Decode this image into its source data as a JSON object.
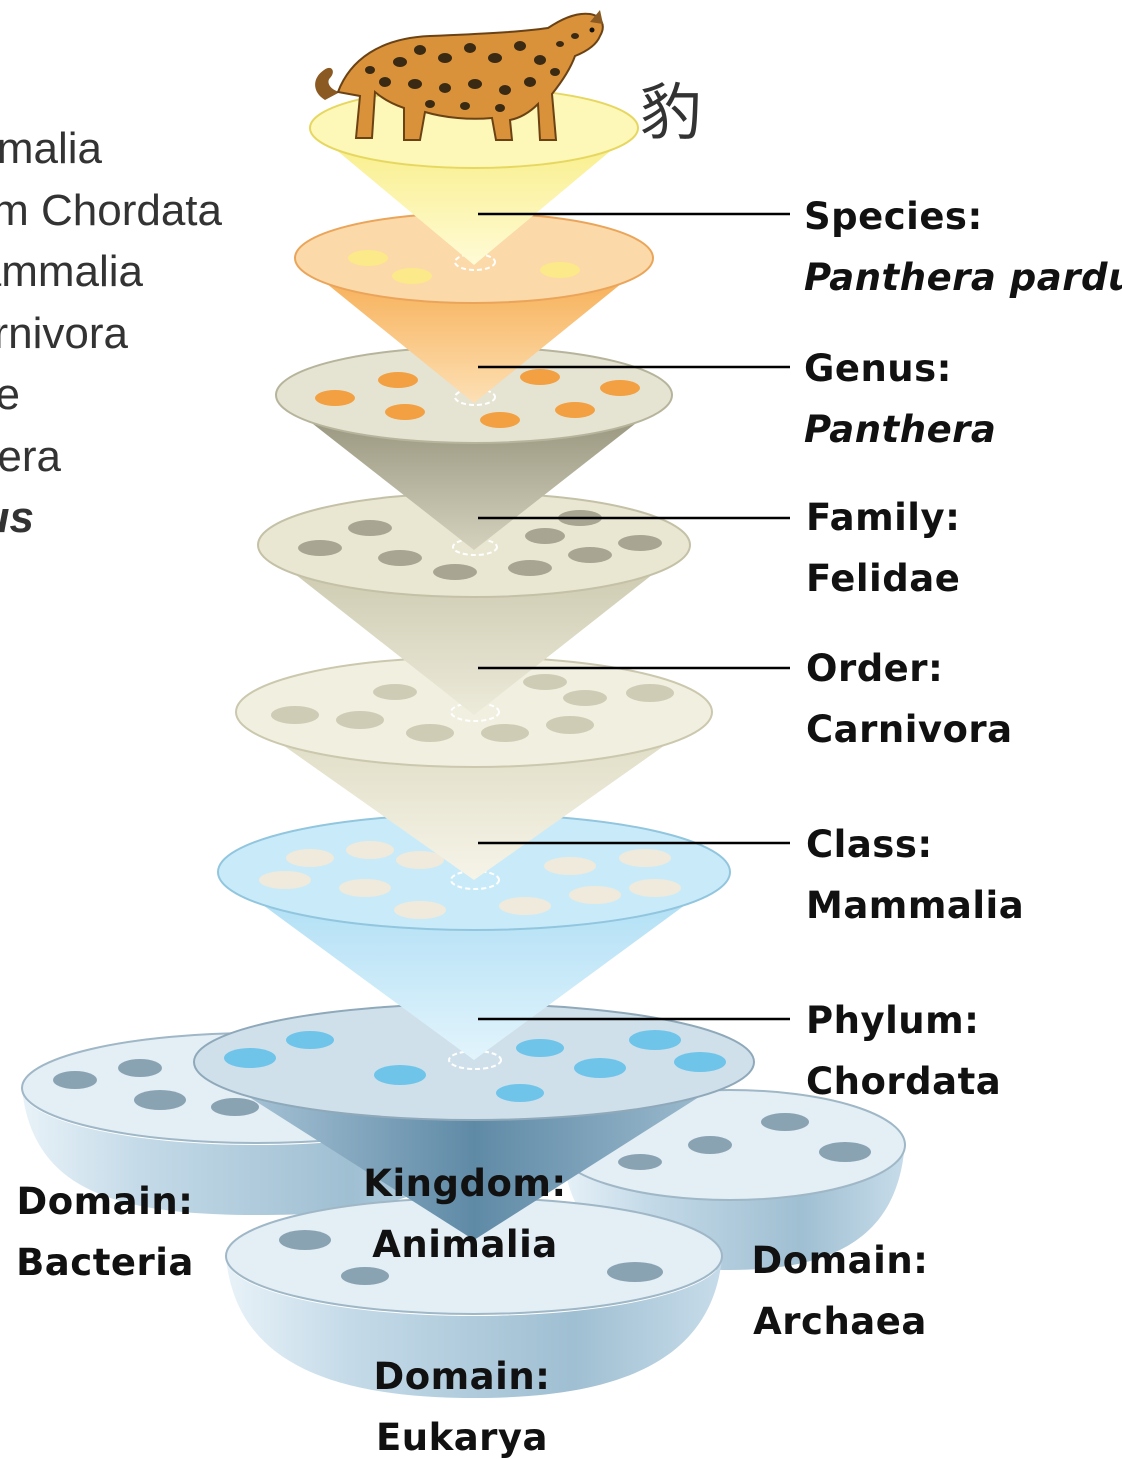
{
  "left_list": [
    {
      "text": "Animalia",
      "italic": false
    },
    {
      "text": "Phylum Chordata",
      "italic": false
    },
    {
      "text": "Mammalia",
      "italic": false
    },
    {
      "text": "Carnivora",
      "italic": false
    },
    {
      "text": "Felidae",
      "italic": false
    },
    {
      "text": "Panthera",
      "italic": false
    },
    {
      "text": "pardus",
      "italic": true
    }
  ],
  "chinese_label": "豹",
  "levels": {
    "species": {
      "title": "Species:",
      "name": "Panthera pardus",
      "italic": true,
      "color": "#f7e86a"
    },
    "genus": {
      "title": "Genus:",
      "name": "Panthera",
      "italic": true,
      "color": "#f7a33c"
    },
    "family": {
      "title": "Family:",
      "name": "Felidae",
      "italic": false,
      "color": "#a3a08c"
    },
    "order": {
      "title": "Order:",
      "name": "Carnivora",
      "italic": false,
      "color": "#c8c6ae"
    },
    "class": {
      "title": "Class:",
      "name": "Mammalia",
      "italic": false,
      "color": "#e6e3cf"
    },
    "phylum": {
      "title": "Phylum:",
      "name": "Chordata",
      "italic": false,
      "color": "#8fd3f2"
    },
    "kingdom": {
      "title": "Kingdom:",
      "name": "Animalia",
      "italic": false,
      "color": "#6f9bb6"
    }
  },
  "domains": {
    "bacteria": {
      "title": "Domain:",
      "name": "Bacteria"
    },
    "archaea": {
      "title": "Domain:",
      "name": "Archaea"
    },
    "eukarya": {
      "title": "Domain:",
      "name": "Eukarya"
    }
  },
  "colors": {
    "domain_bowl": "#bcd6e6",
    "domain_hole": "#8aa3b3",
    "leader_line": "#000000"
  },
  "icons": {
    "leopard": "leopard-illustration"
  }
}
